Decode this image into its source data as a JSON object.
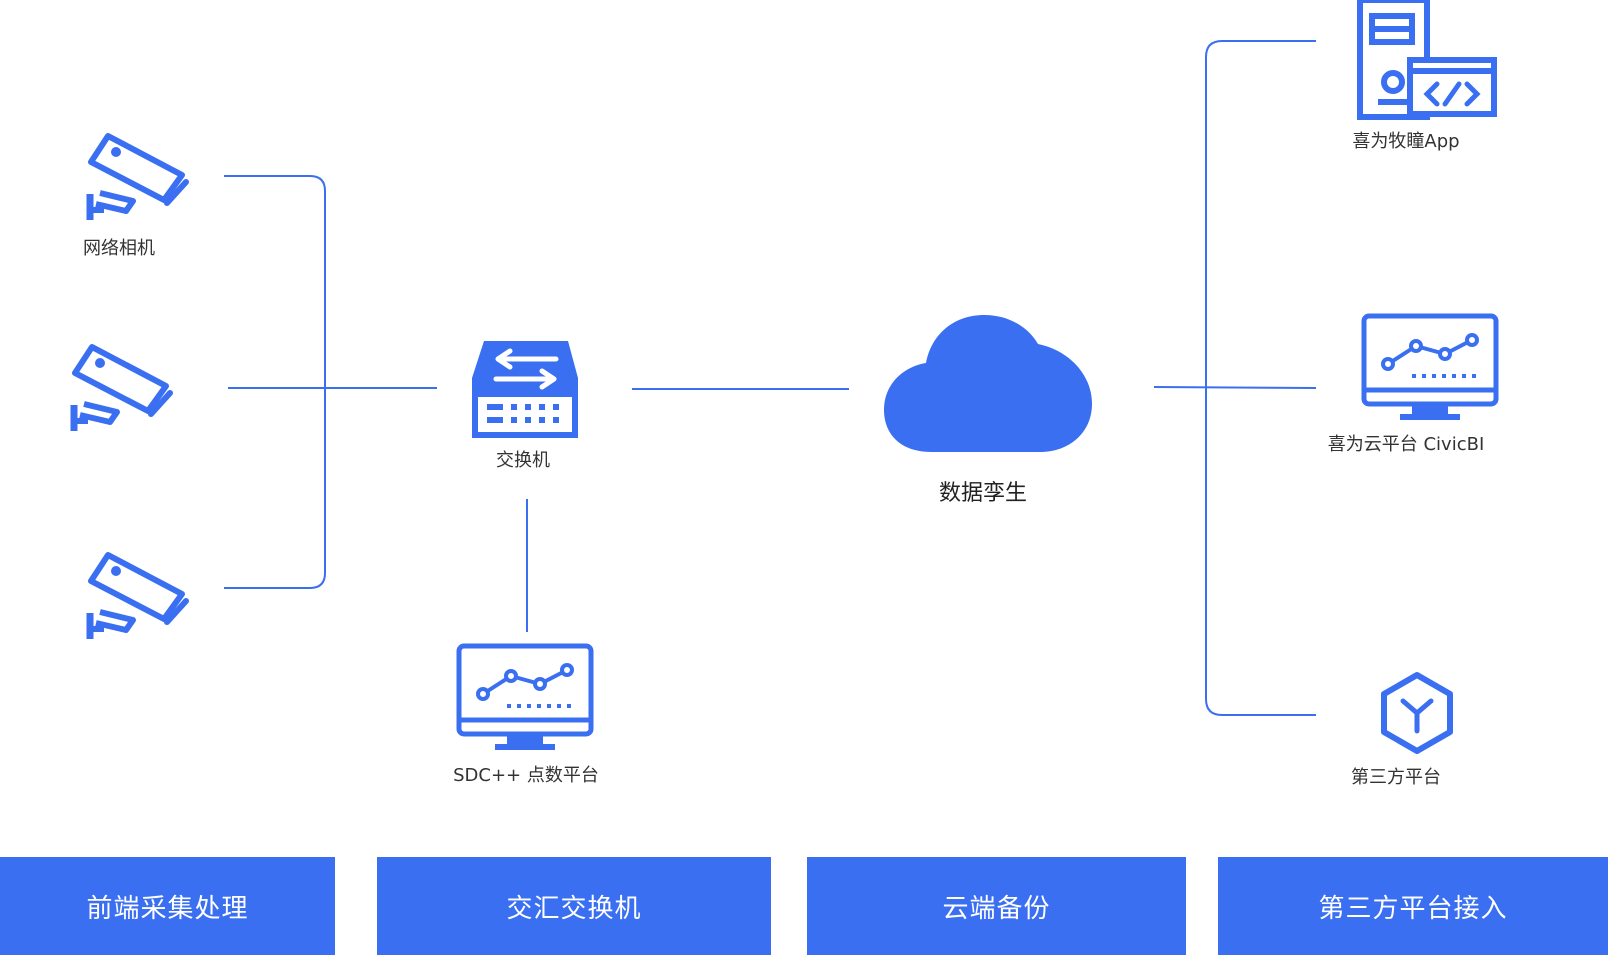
{
  "colors": {
    "accent": "#3a6ff2",
    "line": "#3a6ff2",
    "text": "#333333"
  },
  "nodes": {
    "camera_label": "网络相机",
    "switch_label": "交换机",
    "sdc_label": "SDC++ 点数平台",
    "cloud_label": "数据孪生",
    "app_label": "喜为牧瞳App",
    "civic_label": "喜为云平台 CivicBI",
    "third_label": "第三方平台"
  },
  "icons": {
    "camera": "security-camera-icon",
    "switch": "network-switch-icon",
    "monitor": "monitor-chart-icon",
    "cloud": "cloud-icon",
    "app": "app-code-icon",
    "third": "cube-icon"
  },
  "sections": [
    {
      "label": "前端采集处理"
    },
    {
      "label": "交汇交换机"
    },
    {
      "label": "云端备份"
    },
    {
      "label": "第三方平台接入"
    }
  ]
}
